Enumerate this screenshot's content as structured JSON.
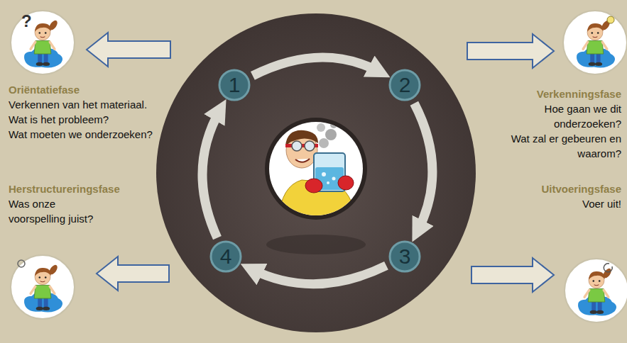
{
  "diagram": {
    "nodes": [
      {
        "text": [
          "1"
        ]
      },
      {
        "text": [
          "2"
        ]
      },
      {
        "text": [
          "3"
        ]
      },
      {
        "text": [
          "4"
        ]
      }
    ],
    "edges": [
      {
        "from": 0,
        "to": 1,
        "arrow": "to"
      },
      {
        "from": 1,
        "to": 2,
        "arrow": "to"
      },
      {
        "from": 2,
        "to": 3,
        "arrow": "to"
      },
      {
        "from": 3,
        "to": 0,
        "arrow": "to"
      }
    ],
    "labels": [
      "?",
      "Oriëntatiefase",
      "Verkennen van het materiaal.",
      "Wat is het probleem?",
      "Wat moeten we onderzoeken?",
      "Verkenningsfase",
      "Hoe gaan we dit onderzoeken?",
      "Wat zal er gebeuren en waarom?",
      "Herstructureringsfase",
      "Was onze voorspelling juist?",
      "Uitvoeringsfase",
      "Voer uit!"
    ]
  }
}
